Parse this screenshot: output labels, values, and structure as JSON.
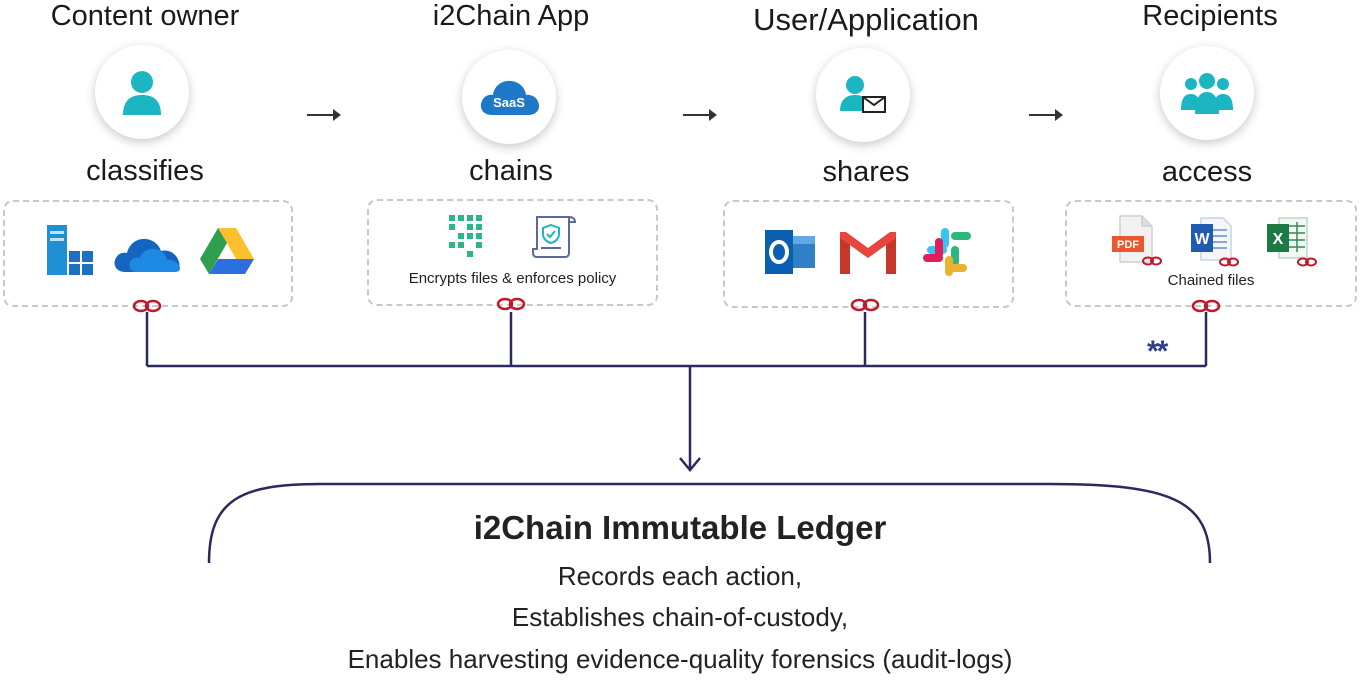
{
  "stages": [
    {
      "title": "Content owner",
      "verb": "classifies",
      "icon": "person-icon"
    },
    {
      "title": "i2Chain App",
      "verb": "chains",
      "icon": "saas-cloud-icon",
      "icon_text": "SaaS"
    },
    {
      "title": "User/Application",
      "verb": "shares",
      "icon": "user-mail-icon"
    },
    {
      "title": "Recipients",
      "verb": "access",
      "icon": "group-icon"
    }
  ],
  "boxes": {
    "classify": {
      "icons": [
        "windows-server-icon",
        "onedrive-icon",
        "google-drive-icon"
      ]
    },
    "chain": {
      "caption": "Encrypts files & enforces policy",
      "icons": [
        "encrypt-grid-icon",
        "policy-scroll-icon"
      ]
    },
    "share": {
      "icons": [
        "outlook-icon",
        "gmail-icon",
        "slack-icon"
      ]
    },
    "access": {
      "caption": "Chained files",
      "icons": [
        "pdf-file-icon",
        "word-file-icon",
        "excel-file-icon"
      ],
      "pdf_label": "PDF",
      "word_label": "W",
      "excel_label": "X"
    }
  },
  "stars": "**",
  "ledger": {
    "title": "i2Chain Immutable Ledger",
    "lines": [
      "Records each action,",
      "Establishes chain-of-custody,",
      "Enables harvesting evidence-quality forensics (audit-logs)"
    ]
  },
  "colors": {
    "teal": "#1cb5c2",
    "chain_link": "#c0192c",
    "connector": "#2a2a5e",
    "stars": "#2c3e8c"
  }
}
